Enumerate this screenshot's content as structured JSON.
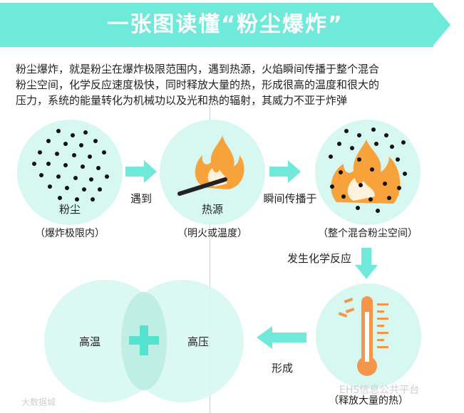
{
  "title": "一张图读懂“粉尘爆炸”",
  "intro_lines": [
    "粉尘爆炸，就是粉尘在爆炸极限范围内，遇到热源，火焰瞬间传播于整个混合",
    "粉尘空间，化学反应速度极快，同时释放大量的热，形成很高的温度和很大的",
    "压力，系统的能量转化为机械功以及光和热的辐射，其威力不亚于炸弹"
  ],
  "steps": {
    "dust": {
      "label": "粉尘",
      "caption": "（爆炸极限内）"
    },
    "heat": {
      "label": "热源",
      "caption": "（明火或温度）"
    },
    "space": {
      "caption": "（整个混合粉尘空间）"
    },
    "heat_release": {
      "caption": "（释放大量的热）"
    }
  },
  "arrows": {
    "meet": "遇到",
    "spread": "瞬间传播于",
    "reaction": "发生化学反应",
    "form": "形成"
  },
  "result": {
    "left": "高温",
    "right": "高压"
  },
  "watermarks": {
    "right": "EHS信息公共平台",
    "left": "大数据城"
  },
  "colors": {
    "mint": "#6fe9da",
    "circle": "#d7f7f1",
    "fire": "#f7a23a",
    "thermo": "#f4954a"
  }
}
